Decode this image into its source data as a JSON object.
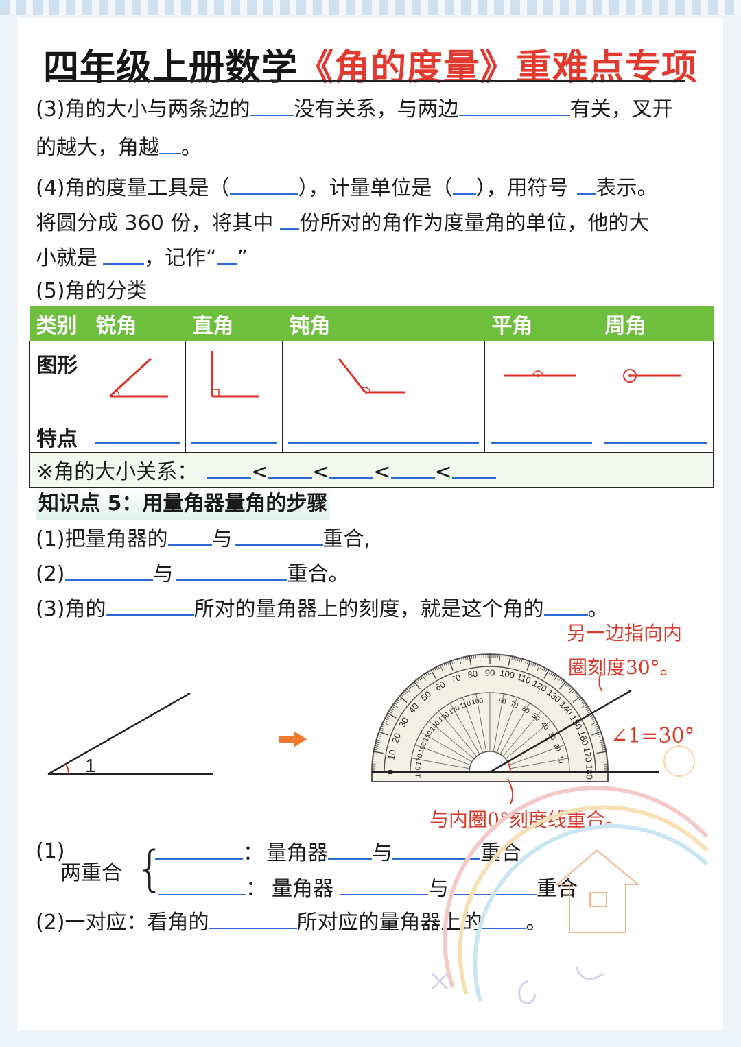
{
  "title": {
    "part1": "四年级上册数学",
    "part2": "《角的度量》重难点专项"
  },
  "q3": {
    "a": "(3)角的大小与两条边的",
    "b": "没有关系，与两边",
    "c": "有关，叉开",
    "d": "的越大，角越",
    "e": "。"
  },
  "q4": {
    "a": "(4)角的度量工具是（",
    "b": "），计量单位是（",
    "c": "），用符号",
    "d": "表示。",
    "e": "将圆分成 360 份，将其中",
    "f": "份所对的角作为度量角的单位，他的大",
    "g": "小就是",
    "h": "，记作“",
    "i": "”"
  },
  "q5": {
    "title": "(5)角的分类"
  },
  "table": {
    "headers": [
      "类别",
      "锐角",
      "直角",
      "钝角",
      "平角",
      "周角"
    ],
    "row_shape_label": "图形",
    "row_feature_label": "特点",
    "relation_label": "※角的大小关系：",
    "lt": "<"
  },
  "kp5": {
    "title": "知识点 5：用量角器量角的步骤",
    "s1a": "(1)把量角器的",
    "s1b": "与",
    "s1c": "重合,",
    "s2a": "(2)",
    "s2b": "与",
    "s2c": "重合。",
    "s3a": "(3)角的",
    "s3b": "所对的量角器上的刻度，就是这个角的",
    "s3c": "。"
  },
  "figure": {
    "angle_label": "1",
    "annot_top_1": "另一边指向内",
    "annot_top_2": "圈刻度30°。",
    "annot_angle": "∠1=30°",
    "annot_bottom": "与内圈0°刻度线重合。",
    "outer_ticks": [
      "0",
      "10",
      "20",
      "30",
      "40",
      "50",
      "60",
      "70",
      "80",
      "90",
      "100",
      "110",
      "120",
      "130",
      "140",
      "150",
      "160",
      "170",
      "180"
    ],
    "inner_ticks": [
      "180",
      "170",
      "160",
      "150",
      "140",
      "130",
      "120",
      "110",
      "100",
      "80",
      "70",
      "60",
      "50",
      "40",
      "30",
      "20",
      "10"
    ]
  },
  "summary": {
    "n1": "(1)",
    "two": "两重合",
    "colon": "：",
    "tool": "量角器",
    "with": "与",
    "coincide": "重合",
    "n2": "(2)一对应：看角的",
    "n2b": "所对应的量角器上的",
    "end": "。"
  },
  "colors": {
    "accent_red": "#e23a2f",
    "table_green": "#6fbf3e",
    "blank_blue": "#2c6bd6"
  }
}
